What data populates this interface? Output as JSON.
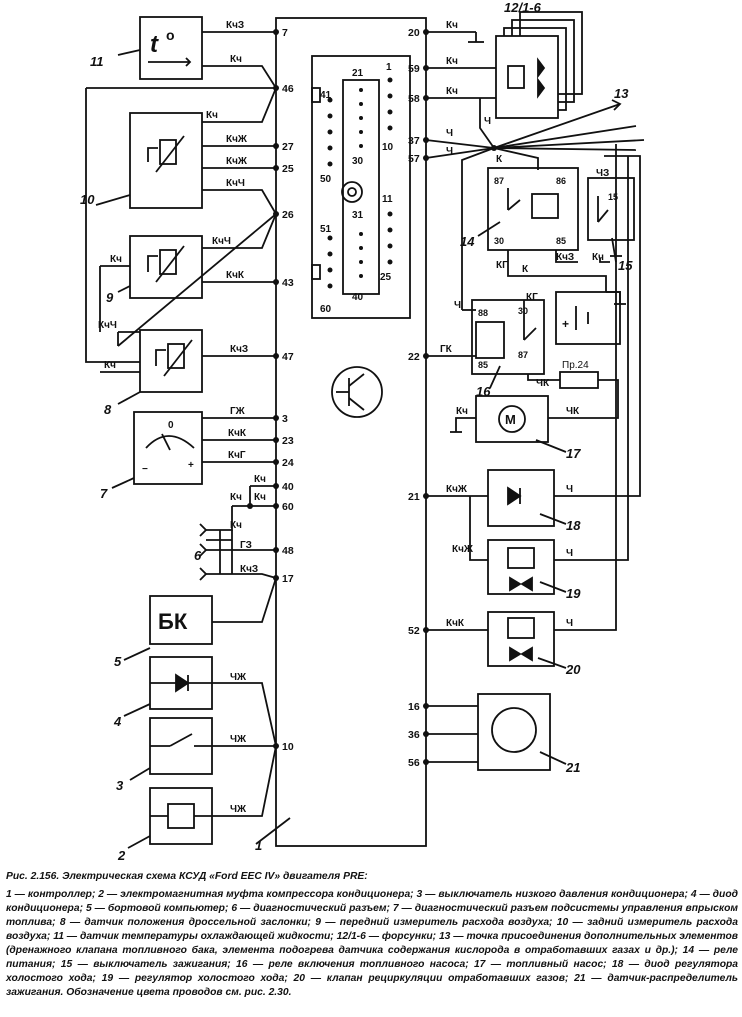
{
  "labels": {
    "t_symbol": "t",
    "t_sup": "o",
    "bk": "БК",
    "motor": "M",
    "pr24": "Пр.24"
  },
  "components": {
    "c1": "1",
    "c2": "2",
    "c3": "3",
    "c4": "4",
    "c5": "5",
    "c6": "6",
    "c7": "7",
    "c8": "8",
    "c9": "9",
    "c10": "10",
    "c11": "11",
    "c12": "12/1-6",
    "c13": "13",
    "c14": "14",
    "c15": "15",
    "c16": "16",
    "c17": "17",
    "c18": "18",
    "c19": "19",
    "c20": "20",
    "c21": "21"
  },
  "pins": {
    "p7": "7",
    "p46": "46",
    "p27": "27",
    "p25": "25",
    "p26": "26",
    "p43": "43",
    "p47": "47",
    "p3": "3",
    "p23": "23",
    "p24": "24",
    "p40": "40",
    "p60": "60",
    "p48": "48",
    "p17": "17",
    "p10": "10",
    "p20": "20",
    "p59": "59",
    "p58": "58",
    "p37": "37",
    "p57": "57",
    "p22": "22",
    "p21": "21",
    "p52": "52",
    "p16": "16",
    "p36": "36",
    "p56": "56"
  },
  "connector": {
    "n21": "21",
    "n1": "1",
    "n41": "41",
    "n30": "30",
    "n10": "10",
    "n50": "50",
    "n31": "31",
    "n11": "11",
    "n51": "51",
    "n25": "25",
    "n40": "40",
    "n60": "60"
  },
  "relay_terms": {
    "r87a": "87",
    "r86": "86",
    "r30a": "30",
    "r85a": "85",
    "r88": "88",
    "r30b": "30",
    "r85b": "85",
    "r87b": "87",
    "s15": "15"
  },
  "gauge": {
    "zero": "0",
    "minus": "−",
    "plus": "+"
  },
  "wires": {
    "w_kchz_7": "КчЗ",
    "w_kch_46": "Кч",
    "w_kch_10a": "Кч",
    "w_kchzh_27": "КчЖ",
    "w_kchzh_25": "КчЖ",
    "w_kchch_26a": "КчЧ",
    "w_kchch_26b": "КчЧ",
    "w_kch_9": "Кч",
    "w_kchk_43": "КчК",
    "w_kchch_8": "КчЧ",
    "w_kch_8": "Кч",
    "w_kchz_47": "КчЗ",
    "w_gzh_3": "ГЖ",
    "w_kchk_23": "КчК",
    "w_kchg_24": "КчГ",
    "w_kch_40": "Кч",
    "w_kch_60a": "Кч",
    "w_kch_60b": "Кч",
    "w_kch_6": "Кч",
    "w_gz_48": "ГЗ",
    "w_kchz_17": "КчЗ",
    "w_chzh_4": "ЧЖ",
    "w_chzh_3": "ЧЖ",
    "w_chzh_2": "ЧЖ",
    "w_kch_20": "Кч",
    "w_kch_59": "Кч",
    "w_kch_58": "Кч",
    "w_ch_37": "Ч",
    "w_ch_57": "Ч",
    "w_ch_12": "Ч",
    "w_k_14": "К",
    "w_chz_15": "ЧЗ",
    "w_kchz_14": "КчЗ",
    "w_kch_15": "Кч",
    "w_kg_14": "КГ",
    "w_k_bat": "К",
    "w_kg_16": "КГ",
    "w_ch_16": "Ч",
    "w_gk_22": "ГК",
    "w_chk_16": "ЧК",
    "w_kch_17": "Кч",
    "w_chk_17": "ЧК",
    "w_kchzh_21": "КчЖ",
    "w_ch_18": "Ч",
    "w_kchzh_19": "КчЖ",
    "w_ch_19": "Ч",
    "w_kchk_52": "КчК",
    "w_ch_20": "Ч"
  },
  "caption": {
    "title": "Рис. 2.156. Электрическая схема КСУД «Ford EEC IV» двигателя PRE:",
    "legend": "1 — контроллер; 2 — электромагнитная муфта компрессора кондиционера; 3 — выключатель низкого давления кондиционера; 4 — диод кондиционера; 5 — бортовой компьютер; 6 — диагностический разъем; 7 — диагностический разъем подсистемы управления впрыском топлива; 8 — датчик положения дроссельной заслонки; 9 — передний измеритель расхода воздуха; 10 — задний измеритель расхода воздуха; 11 — датчик температуры охлаждающей жидкости; 12/1-6 — форсунки; 13 — точка присоединения дополнительных элементов (дренажного клапана топливного бака, элемента подогрева датчика содержания кислорода в отработавших газах и др.); 14 — реле питания; 15 — выключатель зажигания; 16 — реле включения топливного насоса; 17 — топливный насос; 18 — диод регулятора холостого хода; 19 — регулятор холостого хода; 20 — клапан рециркуляции отработавших газов; 21 — датчик-распределитель зажигания. Обозначение цвета проводов см. рис. 2.30."
  }
}
